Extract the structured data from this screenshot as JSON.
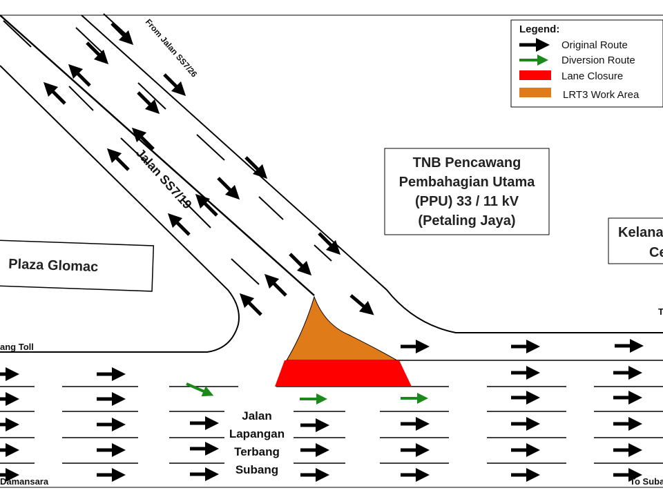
{
  "legend": {
    "title": "Legend:",
    "items": [
      {
        "label": "Original Route",
        "color": "#000000",
        "kind": "arrow"
      },
      {
        "label": "Diversion Route",
        "color": "#1b8a1b",
        "kind": "arrow"
      },
      {
        "label": "Lane Closure",
        "color": "#ff0000",
        "kind": "rect"
      },
      {
        "label": "LRT3 Work Area",
        "color": "#e07b1a",
        "kind": "rect"
      }
    ]
  },
  "buildings": {
    "tnb": {
      "lines": [
        "TNB Pencawang",
        "Pembahagian Utama",
        "(PPU) 33 / 11 kV",
        "(Petaling Jaya)"
      ]
    },
    "kelana": {
      "lines": [
        "Kelana",
        "Ce"
      ]
    },
    "plaza": {
      "name": "Plaza Glomac"
    }
  },
  "roads": {
    "ss7_19": "Jalan SS7/19",
    "from_ss7_26": "From Jalan SS7/26",
    "lapangan": [
      "Jalan",
      "Lapangan",
      "Terbang",
      "Subang"
    ],
    "toll": "ang Toll",
    "damansara": "Damansara",
    "to_suba": "To Suba",
    "t_fragment": "T"
  },
  "colors": {
    "original": "#000000",
    "diversion": "#1b8a1b",
    "closure": "#ff0000",
    "work_area": "#e07b1a"
  }
}
